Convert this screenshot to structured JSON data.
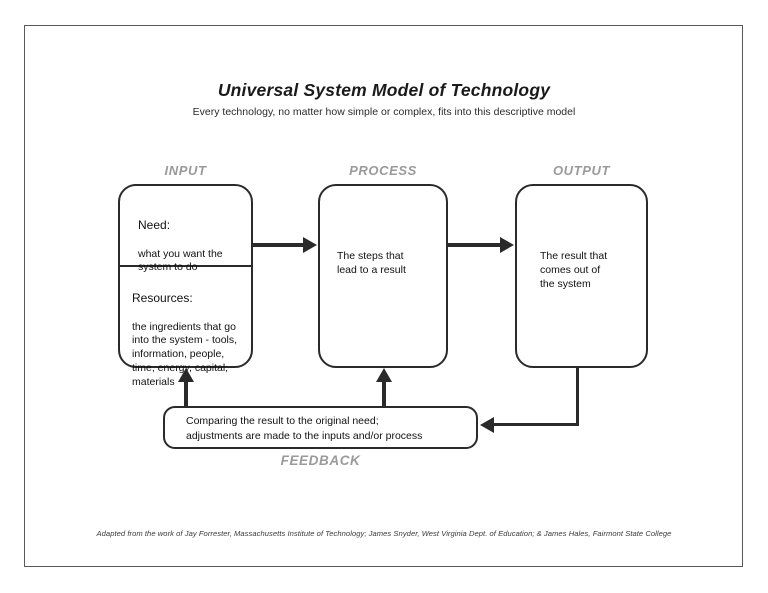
{
  "document": {
    "title": "Universal System Model of Technology",
    "subtitle": "Every technology, no matter how simple or complex, fits into this descriptive model",
    "footer": "Adapted from the work of Jay Forrester, Massachusetts Institute of Technology;  James Snyder, West Virginia Dept. of Education; & James Hales, Fairmont State College"
  },
  "diagram": {
    "stages": [
      {
        "label": "INPUT",
        "cells": [
          {
            "heading": "Need:",
            "body": " what you want the\nsystem to do"
          },
          {
            "heading": "Resources:",
            "body": " the ingredients that go\ninto the system - tools,\ninformation, people,\ntime, energy, capital,\nmaterials"
          }
        ]
      },
      {
        "label": "PROCESS",
        "cells": [
          {
            "heading": "",
            "body": "The steps that\nlead to a result"
          }
        ]
      },
      {
        "label": "OUTPUT",
        "cells": [
          {
            "heading": "",
            "body": "The result that\ncomes out of\nthe system"
          }
        ]
      }
    ],
    "feedback": {
      "label": "FEEDBACK",
      "text": "Comparing the result to the original need;\nadjustments are made to the inputs and/or process"
    },
    "colors": {
      "stroke": "#2a2a2a",
      "stage_label": "#9a9a9a",
      "page_border": "#5a5a5a",
      "text": "#111111"
    }
  }
}
